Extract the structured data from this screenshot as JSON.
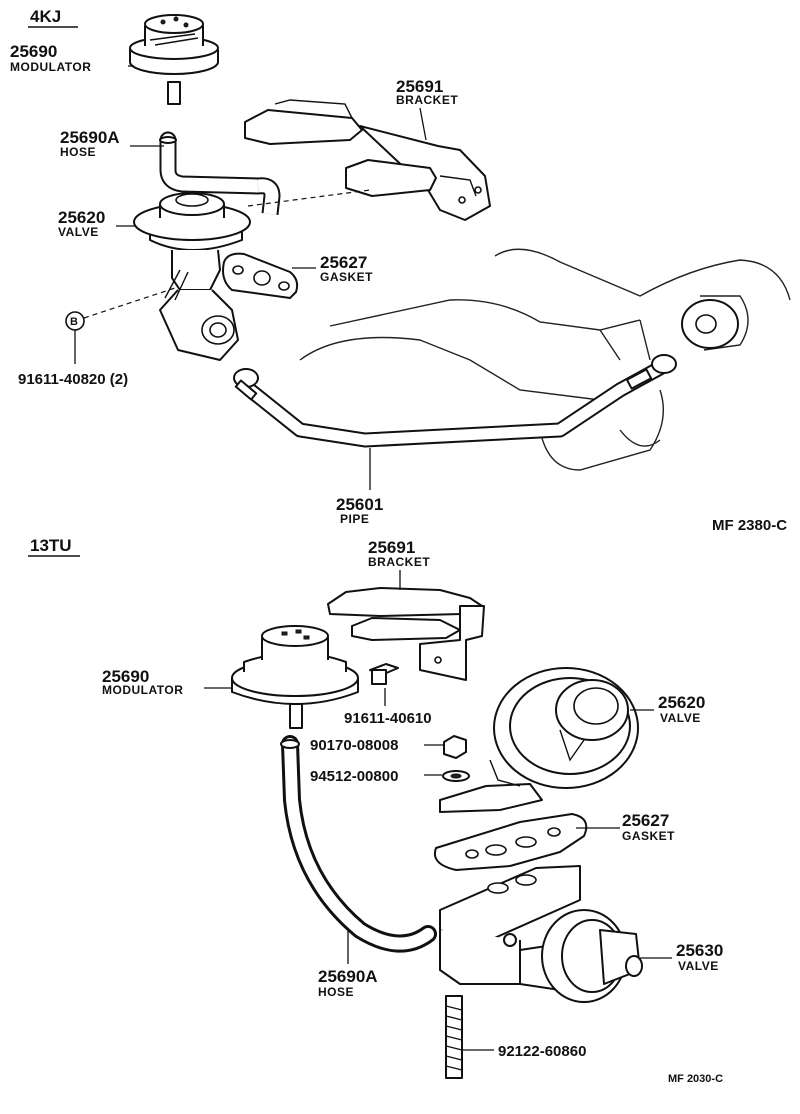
{
  "sections": {
    "top": "4KJ",
    "bottom": "13TU"
  },
  "top_labels": {
    "modulator": {
      "number": "25690",
      "name": "MODULATOR"
    },
    "hose": {
      "number": "25690A",
      "name": "HOSE"
    },
    "bracket": {
      "number": "25691",
      "name": "BRACKET"
    },
    "valve": {
      "number": "25620",
      "name": "VALVE"
    },
    "gasket": {
      "number": "25627",
      "name": "GASKET"
    },
    "bolt": {
      "number": "91611-40820 (2)",
      "marker": "B"
    },
    "pipe": {
      "number": "25601",
      "name": "PIPE"
    },
    "ref": "MF  2380-C"
  },
  "bottom_labels": {
    "bracket": {
      "number": "25691",
      "name": "BRACKET"
    },
    "modulator": {
      "number": "25690",
      "name": "MODULATOR"
    },
    "bolt": {
      "number": "91611-40610"
    },
    "nut": {
      "number": "90170-08008"
    },
    "washer": {
      "number": "94512-00800"
    },
    "valve1": {
      "number": "25620",
      "name": "VALVE"
    },
    "gasket": {
      "number": "25627",
      "name": "GASKET"
    },
    "valve2": {
      "number": "25630",
      "name": "VALVE"
    },
    "hose": {
      "number": "25690A",
      "name": "HOSE"
    },
    "stud": {
      "number": "92122-60860"
    },
    "ref": "MF  2030-C"
  }
}
